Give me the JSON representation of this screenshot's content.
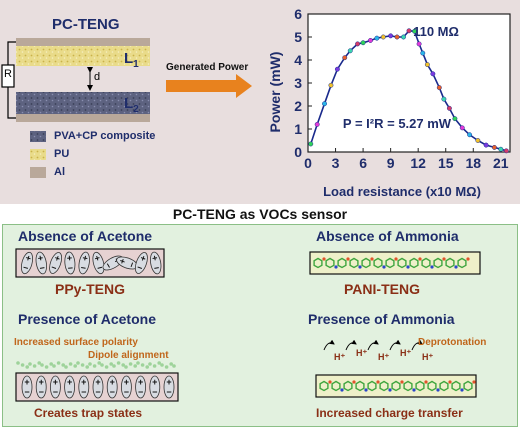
{
  "top": {
    "device_title": "PC-TENG",
    "layer_l1": "L",
    "layer_l1_sub": "1",
    "layer_l2": "L",
    "layer_l2_sub": "2",
    "gap_label": "d",
    "resistor_label": "R",
    "legend": [
      {
        "label": "PVA+CP composite",
        "color": "#5a5f7a"
      },
      {
        "label": "PU",
        "color": "#e6d57e"
      },
      {
        "label": "Al",
        "color": "#b9a89a"
      }
    ],
    "arrow_label": "Generated Power"
  },
  "chart_data": {
    "type": "line",
    "xlabel": "Load resistance (x10 MΩ)",
    "ylabel": "Power (mW)",
    "xlim": [
      0,
      22
    ],
    "ylim": [
      0,
      6
    ],
    "xticks": [
      "0",
      "3",
      "6",
      "9",
      "12",
      "15",
      "18",
      "21"
    ],
    "yticks": [
      "0",
      "1",
      "2",
      "3",
      "4",
      "5",
      "6"
    ],
    "x": [
      0.3,
      1,
      1.8,
      2.5,
      3.2,
      4,
      4.6,
      5.4,
      6,
      6.8,
      7.5,
      8.2,
      9,
      9.7,
      10.4,
      11,
      11.6,
      12.1,
      12.5,
      13,
      13.6,
      14.3,
      14.8,
      15.4,
      16,
      16.8,
      17.6,
      18.5,
      19.4,
      20.3,
      21,
      21.6
    ],
    "y": [
      0.35,
      1.2,
      2.1,
      2.9,
      3.6,
      4.1,
      4.4,
      4.7,
      4.75,
      4.85,
      4.95,
      5.0,
      5.05,
      5.0,
      5.0,
      5.27,
      5.25,
      4.7,
      4.3,
      3.8,
      3.4,
      2.8,
      2.3,
      1.9,
      1.45,
      1.05,
      0.75,
      0.5,
      0.3,
      0.2,
      0.12,
      0.05
    ],
    "annotations": [
      "110 MΩ",
      "P = I²R = 5.27 mW"
    ]
  },
  "section_title": "PC-TENG as VOCs sensor",
  "acetone": {
    "absence_title": "Absence of Acetone",
    "device_name": "PPy-TENG",
    "presence_title": "Presence of Acetone",
    "effect1": "Increased surface polarity",
    "effect2": "Dipole alignment",
    "result": "Creates trap states"
  },
  "ammonia": {
    "absence_title": "Absence of Ammonia",
    "device_name": "PANI-TENG",
    "presence_title": "Presence of Ammonia",
    "effect1": "Deprotonation",
    "proton": "H⁺",
    "result": "Increased charge transfer"
  },
  "colors": {
    "navy": "#1f2d6b",
    "brown": "#8a2f16",
    "orange": "#c0661b",
    "curve": "#1a2a8c",
    "arrow": "#e8821e"
  }
}
